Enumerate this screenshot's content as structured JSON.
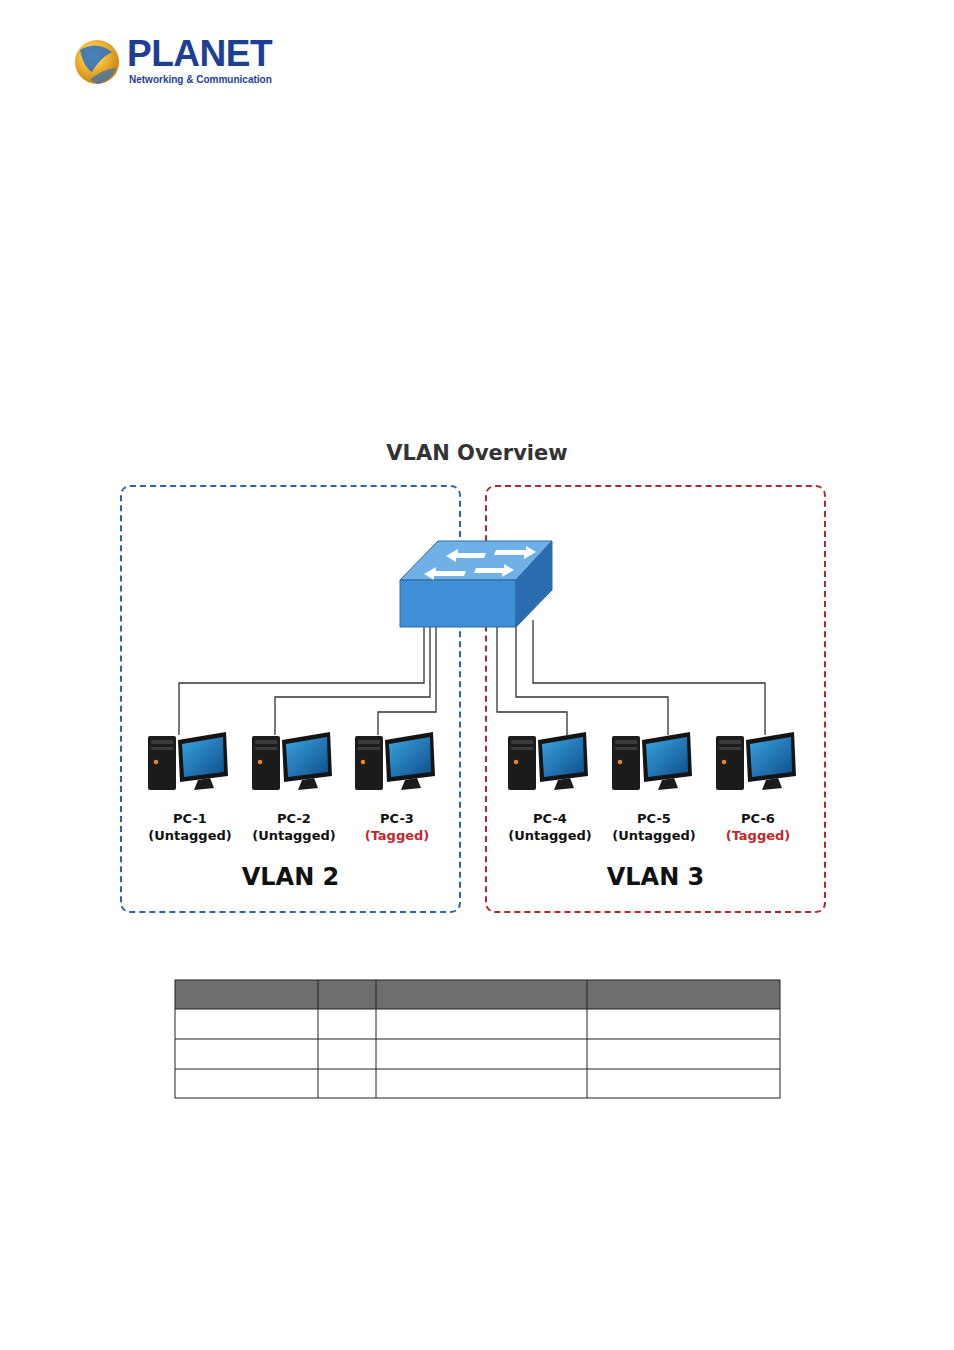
{
  "diagram": {
    "title": "VLAN Overview",
    "nodes": [
      {
        "text": [
          "VLAN 2"
        ]
      },
      {
        "text": [
          "PC-1",
          "(Untagged)"
        ],
        "in": 0
      },
      {
        "text": [
          "PC-2",
          "(Untagged)"
        ],
        "in": 0
      },
      {
        "text": [
          "PC-3",
          "(Tagged)"
        ],
        "in": 0
      },
      {
        "text": [
          "VLAN 3"
        ]
      },
      {
        "text": [
          "PC-4",
          "(Untagged)"
        ],
        "in": 4
      },
      {
        "text": [
          "PC-5",
          "(Untagged)"
        ],
        "in": 4
      },
      {
        "text": [
          "PC-6",
          "(Tagged)"
        ],
        "in": 4
      }
    ],
    "labels": [
      "PLANET",
      "Networking & Communication"
    ]
  }
}
